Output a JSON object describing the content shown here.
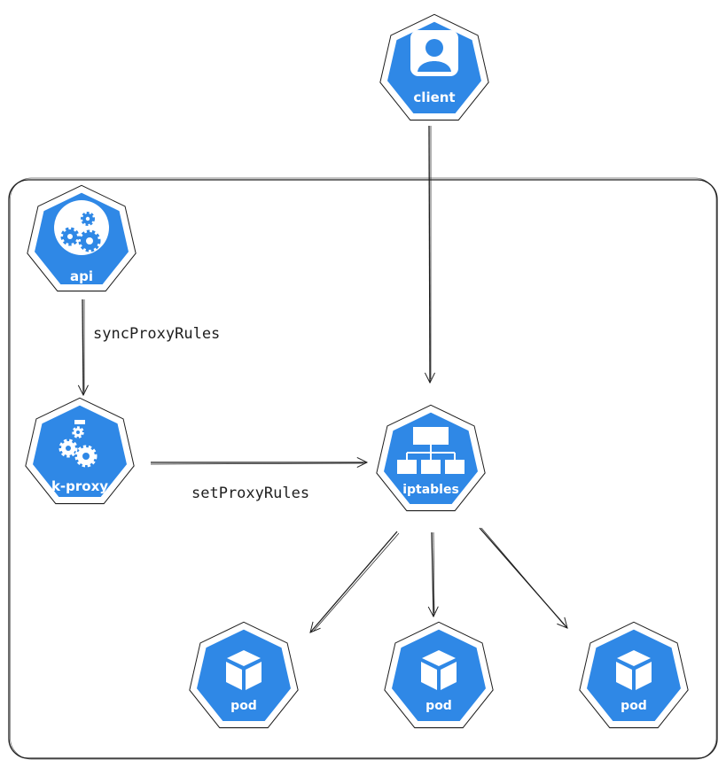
{
  "colors": {
    "node_fill": "#2f88e6",
    "node_stroke": "#ffffff",
    "outline": "#1e1e1e",
    "edge": "#1e1e1e"
  },
  "nodes": {
    "client": {
      "label": "client",
      "icon": "user-icon"
    },
    "api": {
      "label": "api",
      "icon": "gears-icon"
    },
    "kproxy": {
      "label": "k-proxy",
      "icon": "gears-icon"
    },
    "iptables": {
      "label": "iptables",
      "icon": "network-tree-icon"
    },
    "pod1": {
      "label": "pod",
      "icon": "cube-icon"
    },
    "pod2": {
      "label": "pod",
      "icon": "cube-icon"
    },
    "pod3": {
      "label": "pod",
      "icon": "cube-icon"
    }
  },
  "edges": {
    "sync": {
      "label": "syncProxyRules"
    },
    "set": {
      "label": "setProxyRules"
    }
  }
}
